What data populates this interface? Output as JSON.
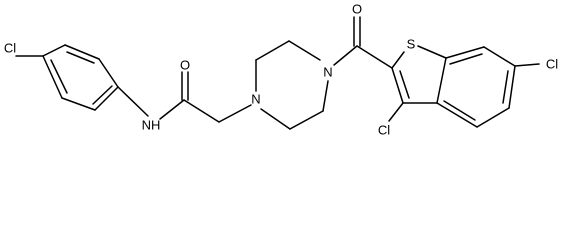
{
  "molecule": {
    "atoms": {
      "cl_left": "Cl",
      "nh": "NH",
      "o_amide": "O",
      "n_pip_left": "N",
      "n_pip_right": "N",
      "o_ketone": "O",
      "s": "S",
      "cl_c3": "Cl",
      "cl_c6": "Cl"
    }
  },
  "colors": {
    "bond": "#000000",
    "label": "#000000",
    "background": "#ffffff"
  }
}
